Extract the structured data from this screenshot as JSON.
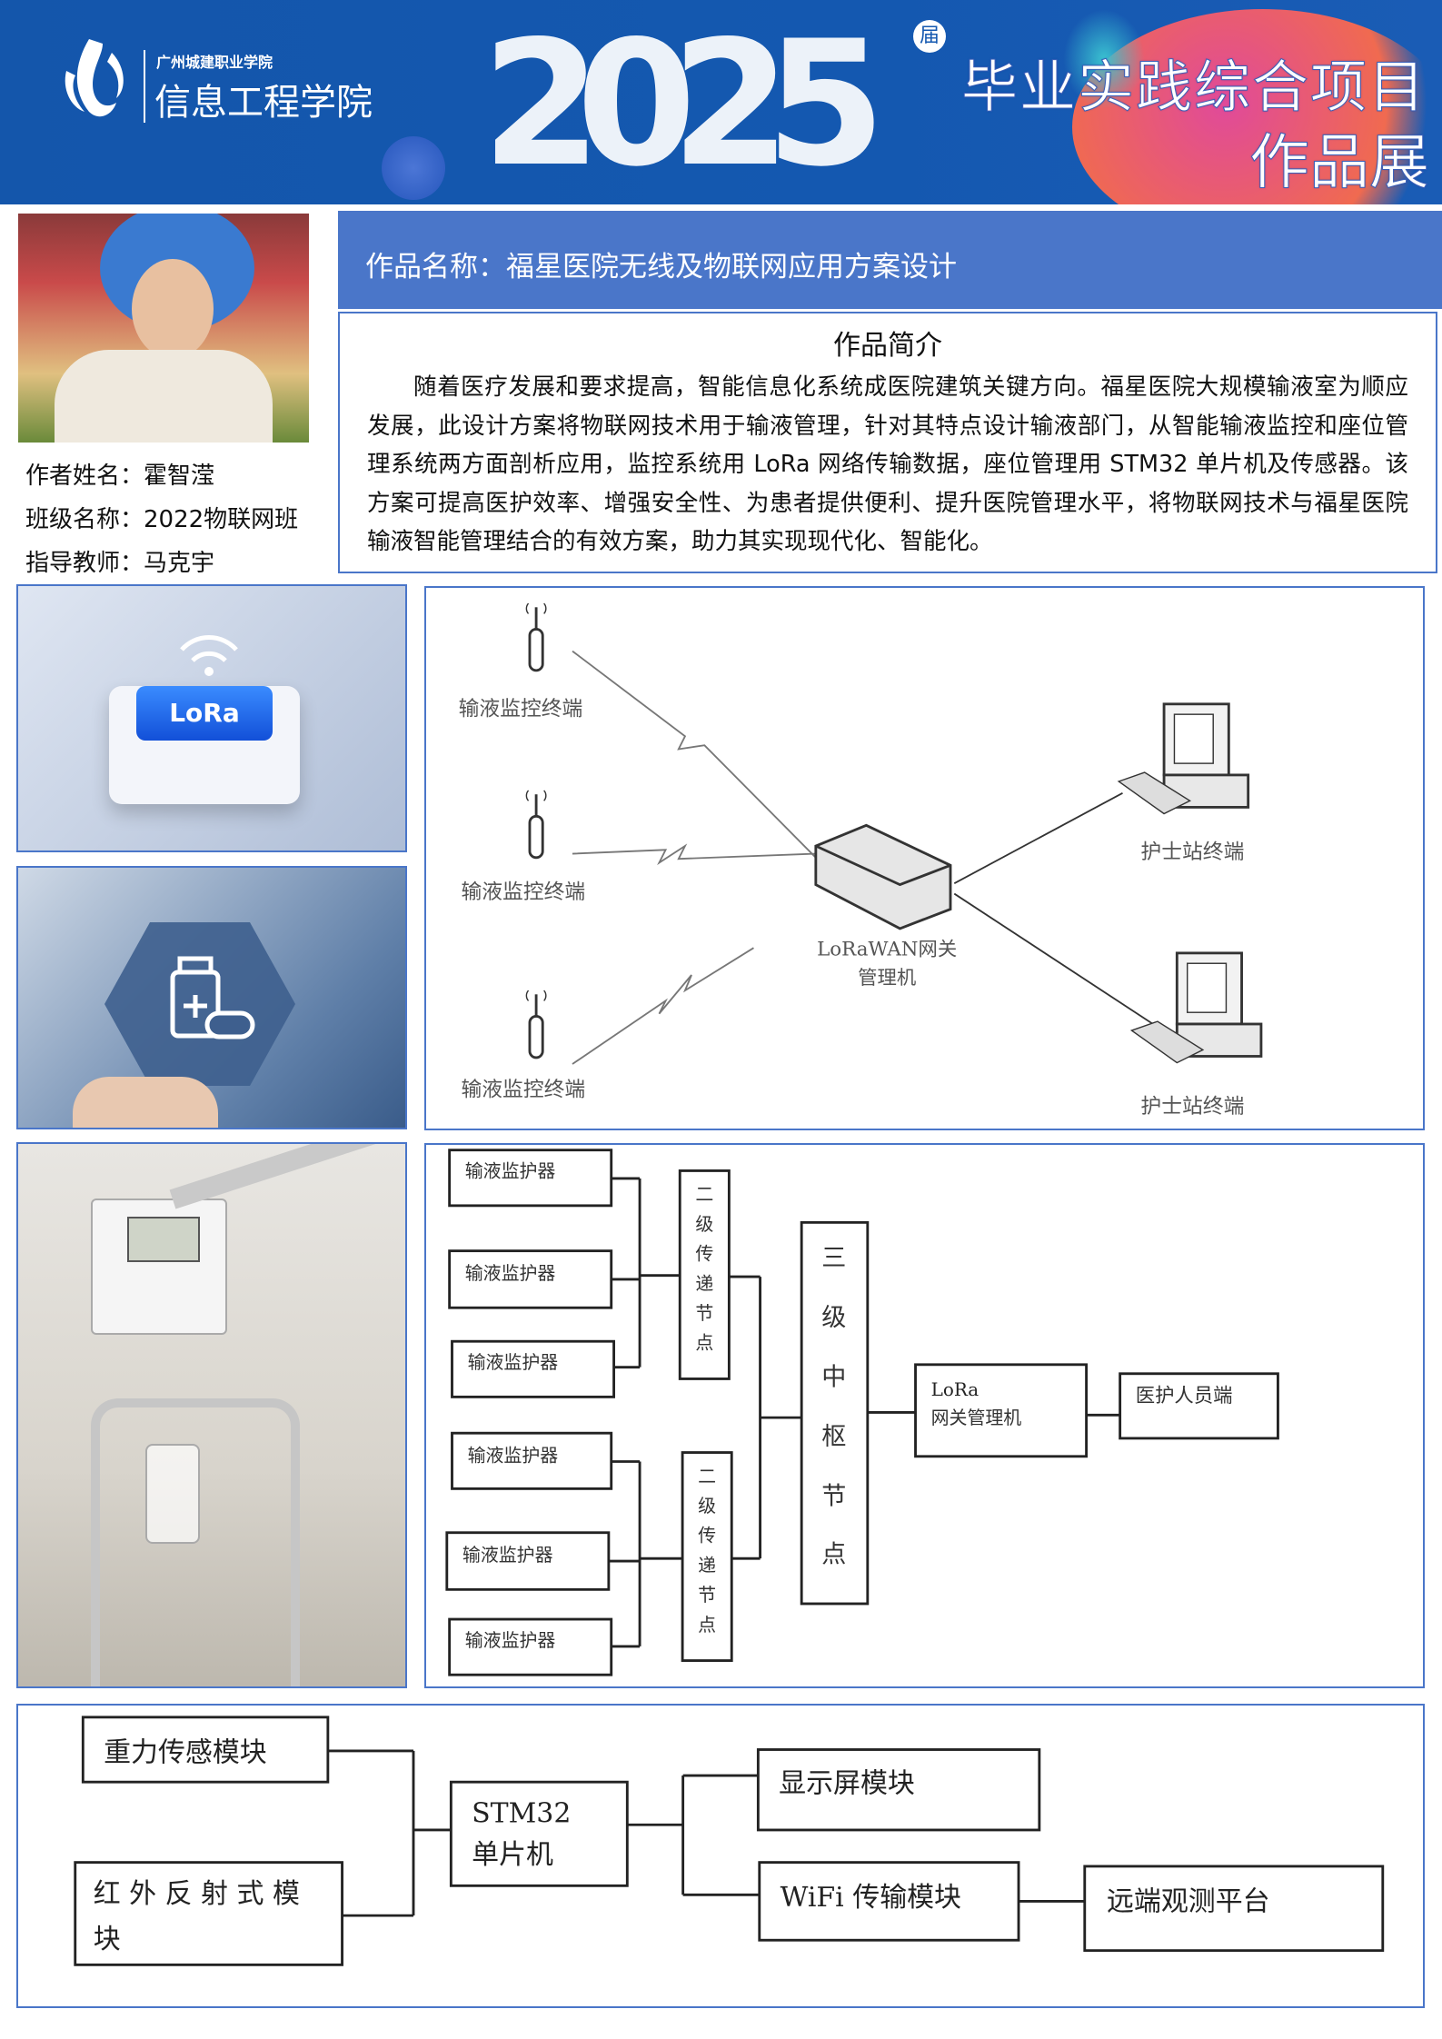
{
  "header": {
    "school_small": "广州城建职业学院",
    "school_big": "信息工程学院",
    "year": "2025",
    "year_badge": "届",
    "banner_line1": "毕业实践综合项目",
    "banner_line2": "作品展"
  },
  "author": {
    "name_label": "作者姓名：霍智滢",
    "class_label": "班级名称：2022物联网班",
    "teacher_label": "指导教师：马克宇"
  },
  "project": {
    "title": "作品名称：福星医院无线及物联网应用方案设计",
    "intro_heading": "作品简介",
    "intro_text": "随着医疗发展和要求提高，智能信息化系统成医院建筑关键方向。福星医院大规模输液室为顺应发展，此设计方案将物联网技术用于输液管理，针对其特点设计输液部门，从智能输液监控和座位管理系统两方面剖析应用，监控系统用 LoRa 网络传输数据，座位管理用 STM32 单片机及传感器。该方案可提高医护效率、增强安全性、为患者提供便利、提升医院管理水平，将物联网技术与福星医院输液智能管理结合的有效方案，助力其实现现代化、智能化。"
  },
  "images": {
    "lora_label": "LoRa"
  },
  "network": {
    "terminal": "输液监控终端",
    "gateway_line1": "LoRaWAN网关",
    "gateway_line2": "管理机",
    "nurse": "护士站终端"
  },
  "tree": {
    "monitor": "输液监护器",
    "secondary": [
      "二",
      "级",
      "传",
      "递",
      "节",
      "点"
    ],
    "center": [
      "三",
      "级",
      "中",
      "枢",
      "节",
      "点"
    ],
    "lora_line1": "LoRa",
    "lora_line2": "网关管理机",
    "staff": "医护人员端"
  },
  "hardware": {
    "gravity": "重力传感模块",
    "infrared_line1": "红 外 反 射 式 模",
    "infrared_line2": "块",
    "mcu_line1": "STM32",
    "mcu_line2": "单片机",
    "display": "显示屏模块",
    "wifi": "WiFi 传输模块",
    "remote": "远端观测平台"
  }
}
